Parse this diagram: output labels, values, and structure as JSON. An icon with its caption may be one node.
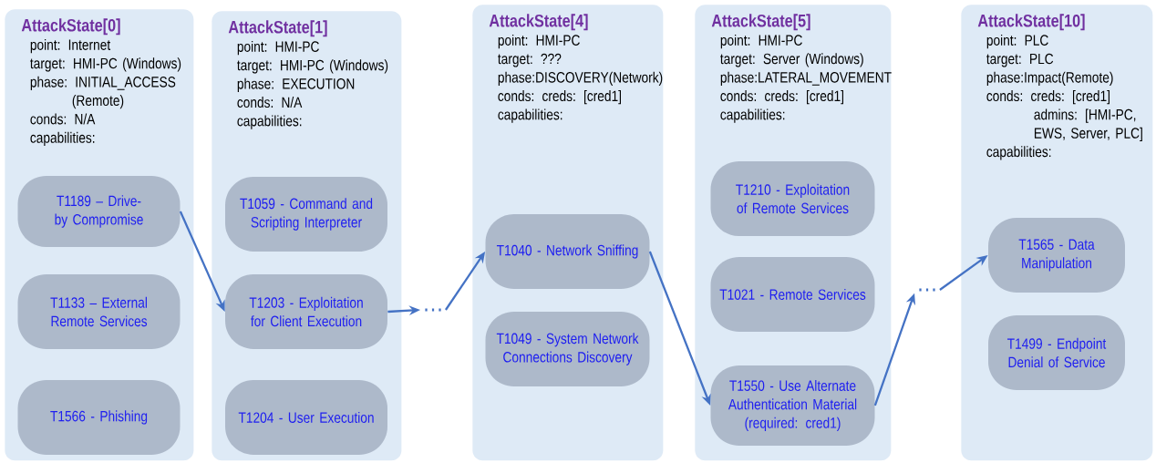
{
  "diagram": {
    "nodes": [
      {
        "text": [
          "AttackState[0]",
          "point: Internet",
          "target: HMI-PC (Windows)",
          "phase: INITIAL_ACCESS (Remote)",
          "conds: N/A",
          "capabilities:"
        ]
      },
      {
        "text": [
          "T1189 – Drive-by Compromise"
        ],
        "in": 0
      },
      {
        "text": [
          "T1133 – External Remote Services"
        ],
        "in": 0
      },
      {
        "text": [
          "T1566 - Phishing"
        ],
        "in": 0
      },
      {
        "text": [
          "AttackState[1]",
          "point: HMI-PC",
          "target: HMI-PC (Windows)",
          "phase: EXECUTION",
          "conds: N/A",
          "capabilities:"
        ]
      },
      {
        "text": [
          "T1059 - Command and Scripting Interpreter"
        ],
        "in": 4
      },
      {
        "text": [
          "T1203 - Exploitation for Client Execution"
        ],
        "in": 4
      },
      {
        "text": [
          "T1204 - User Execution"
        ],
        "in": 4
      },
      {
        "text": [
          "…"
        ]
      },
      {
        "text": [
          "AttackState[4]",
          "point: HMI-PC",
          "target: ???",
          "phase:DISCOVERY(Network)",
          "conds: creds: [cred1]",
          "capabilities:"
        ]
      },
      {
        "text": [
          "T1040 - Network Sniffing"
        ],
        "in": 9
      },
      {
        "text": [
          "T1049 - System Network Connections Discovery"
        ],
        "in": 9
      },
      {
        "text": [
          "AttackState[5]",
          "point: HMI-PC",
          "target: Server (Windows)",
          "phase:LATERAL_MOVEMENT",
          "conds: creds: [cred1]",
          "capabilities:"
        ]
      },
      {
        "text": [
          "T1210 - Exploitation of Remote Services"
        ],
        "in": 12
      },
      {
        "text": [
          "T1021 - Remote Services"
        ],
        "in": 12
      },
      {
        "text": [
          "T1550 - Use Alternate Authentication Material (required: cred1)"
        ],
        "in": 12
      },
      {
        "text": [
          "…"
        ]
      },
      {
        "text": [
          "AttackState[10]",
          "point: PLC",
          "target: PLC",
          "phase:Impact(Remote)",
          "conds: creds: [cred1]",
          "admins: [HMI-PC, EWS, Server, PLC]",
          "capabilities:"
        ]
      },
      {
        "text": [
          "T1565 - Data Manipulation"
        ],
        "in": 17
      },
      {
        "text": [
          "T1499 - Endpoint Denial of Service"
        ],
        "in": 17
      }
    ],
    "edges": [
      {
        "from": 1,
        "to": 6,
        "arrow": "to"
      },
      {
        "from": 6,
        "to": 8,
        "arrow": "to"
      },
      {
        "from": 8,
        "to": 10,
        "arrow": "to"
      },
      {
        "from": 10,
        "to": 15,
        "arrow": "to"
      },
      {
        "from": 15,
        "to": 16,
        "arrow": "to"
      },
      {
        "from": 16,
        "to": 18,
        "arrow": "to"
      }
    ]
  }
}
